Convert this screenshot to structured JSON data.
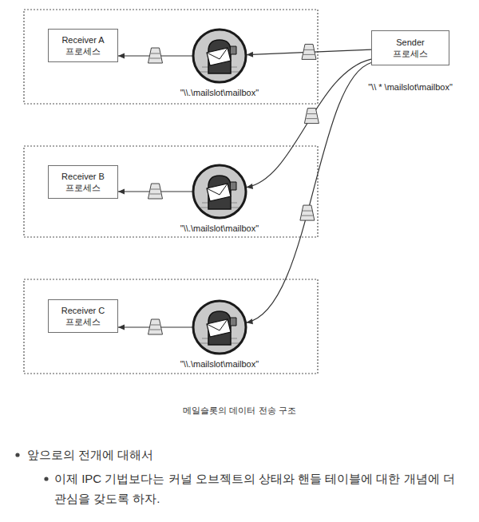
{
  "diagram": {
    "caption": "메일슬롯의 데이터 전송 구조",
    "nodes": [
      {
        "text": [
          "Receiver A",
          "프로세스"
        ]
      },
      {
        "text": [
          "\"\\\\.\\mailslot\\mailbox\""
        ]
      },
      {
        "text": [
          "Sender",
          "프로세스",
          "\"\\\\ * \\mailslot\\mailbox\""
        ]
      },
      {
        "text": [
          "Receiver B",
          "프로세스"
        ]
      },
      {
        "text": [
          "\"\\\\.\\mailslot\\mailbox\""
        ]
      },
      {
        "text": [
          "Receiver C",
          "프로세스"
        ]
      },
      {
        "text": [
          "\"\\\\.\\mailslot\\mailbox\""
        ]
      }
    ],
    "edges": [
      {
        "from": 1,
        "to": 0,
        "arrow": "to"
      },
      {
        "from": 2,
        "to": 1,
        "arrow": "to"
      },
      {
        "from": 4,
        "to": 3,
        "arrow": "to"
      },
      {
        "from": 2,
        "to": 4,
        "arrow": "to"
      },
      {
        "from": 6,
        "to": 5,
        "arrow": "to"
      },
      {
        "from": 2,
        "to": 6,
        "arrow": "to"
      }
    ],
    "labels": [
      "앞으로의 전개에 대해서",
      "이제 IPC 기법보다는 커널 오브젝트의 상태와 핸들 테이블에 대한 개념에 더 관심을 갖도록 하자."
    ]
  }
}
